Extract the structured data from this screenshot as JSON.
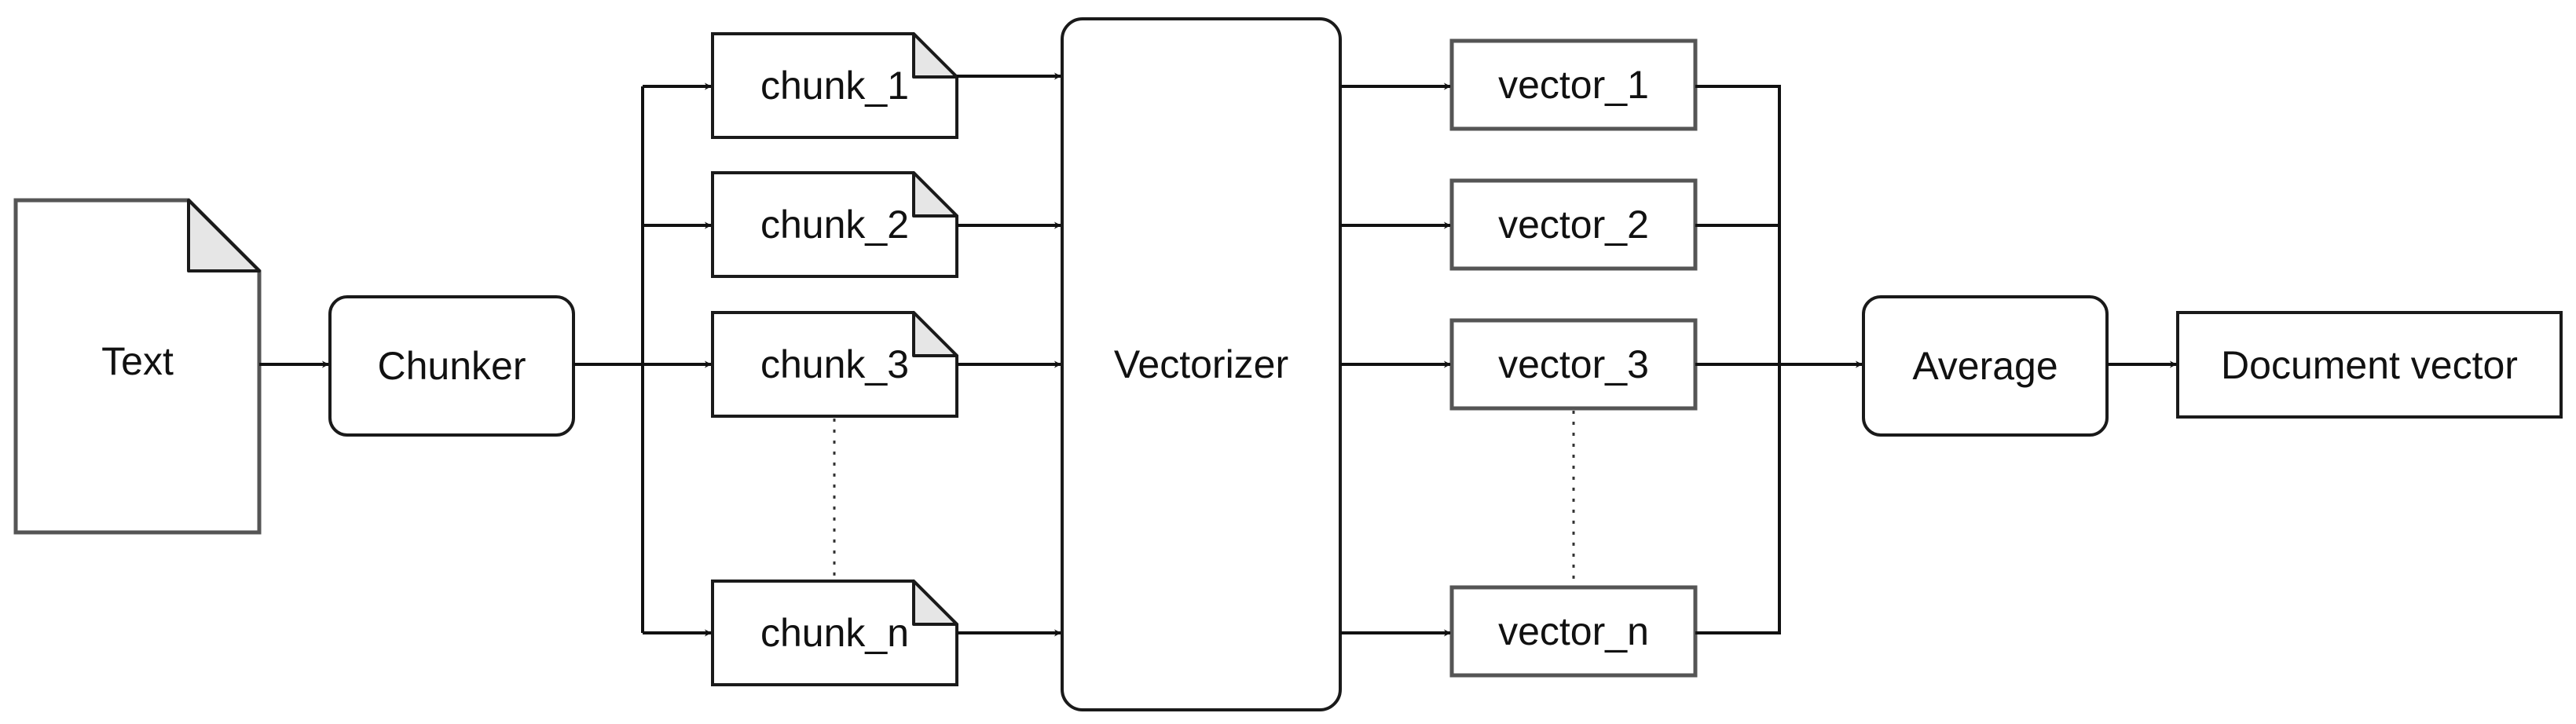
{
  "nodes": {
    "text": "Text",
    "chunker": "Chunker",
    "chunks": [
      "chunk_1",
      "chunk_2",
      "chunk_3",
      "chunk_n"
    ],
    "vectorizer": "Vectorizer",
    "vectors": [
      "vector_1",
      "vector_2",
      "vector_3",
      "vector_n"
    ],
    "average": "Average",
    "document_vector": "Document vector"
  }
}
